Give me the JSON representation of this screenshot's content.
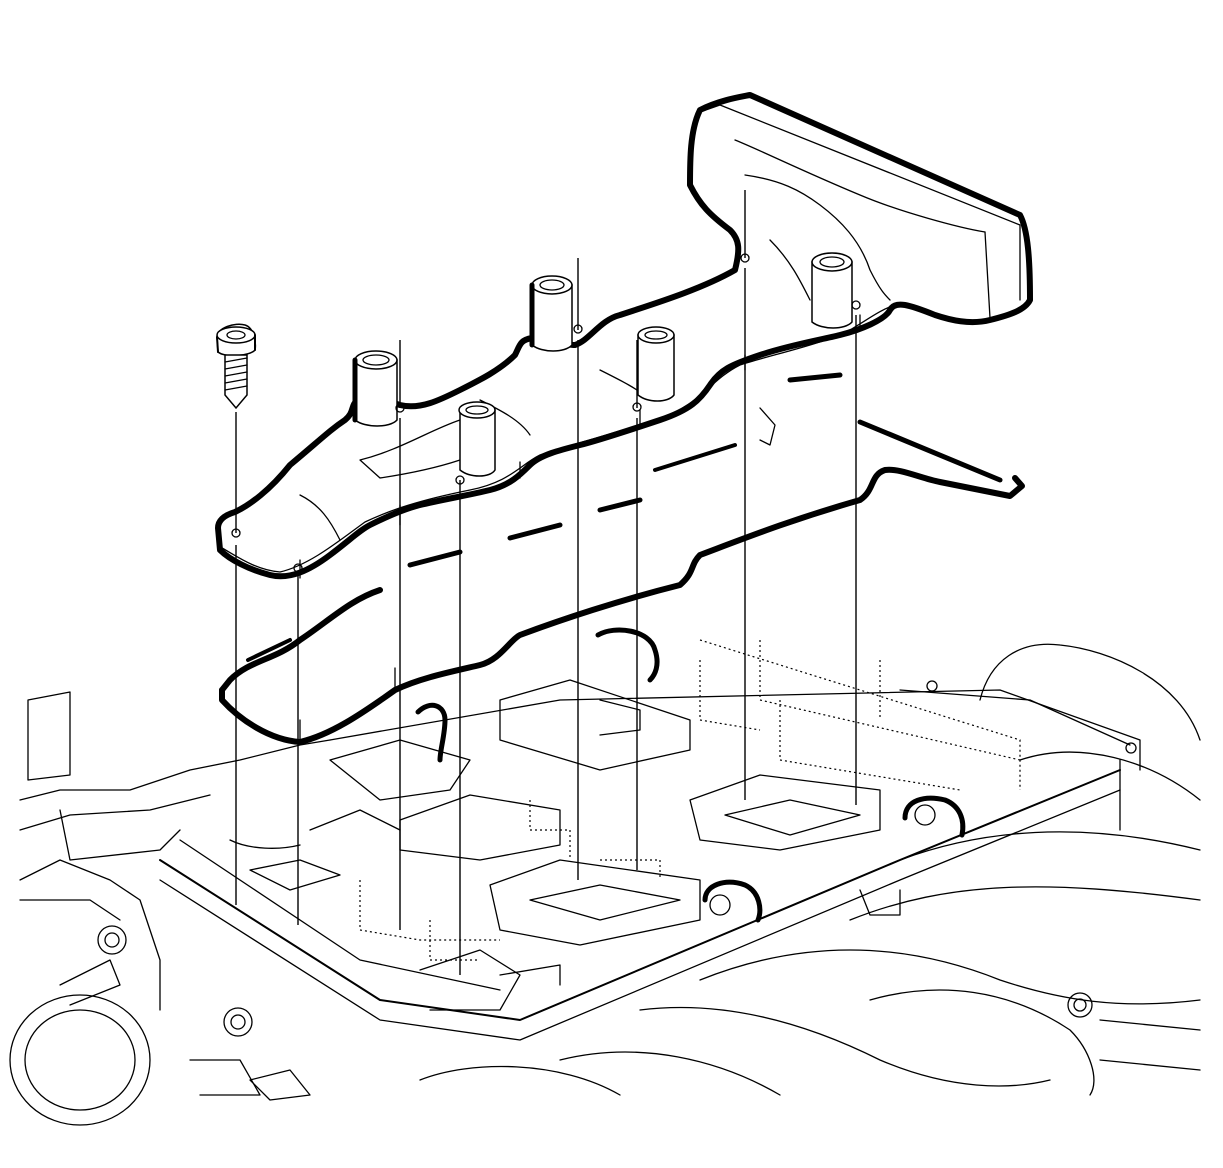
{
  "figure": {
    "kind": "exploded-view line illustration",
    "parts": [
      {
        "name": "upper-intake-cover",
        "icon": "cover-icon"
      },
      {
        "name": "cover-gasket",
        "icon": "gasket-icon"
      },
      {
        "name": "cover-bolt",
        "icon": "bolt-icon"
      },
      {
        "name": "intake-manifold-assembly",
        "icon": "manifold-icon"
      }
    ]
  }
}
